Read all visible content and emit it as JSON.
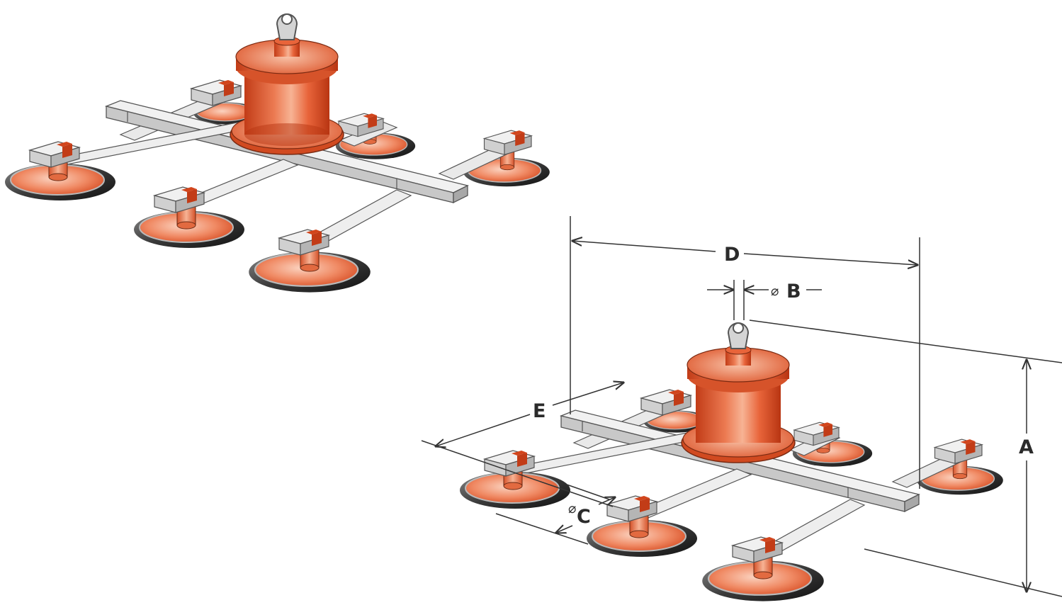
{
  "diagram": {
    "views": [
      "plain-view",
      "dimensioned-view"
    ],
    "dimension_labels": {
      "A": "A",
      "B": "B",
      "C": "C",
      "D": "D",
      "E": "E",
      "diameter_symbol": "⌀"
    },
    "colors": {
      "orange_dark": "#c8411a",
      "orange": "#e8643a",
      "orange_light": "#f6b79a",
      "steel_light": "#ededed",
      "steel_mid": "#c9c9c9",
      "steel_dark": "#9a9a9a",
      "pad_rim": "#2c2c2c",
      "line": "#333333"
    },
    "icons": [
      "lifting-eye-icon",
      "vacuum-pump-icon",
      "suction-pad-icon"
    ]
  }
}
